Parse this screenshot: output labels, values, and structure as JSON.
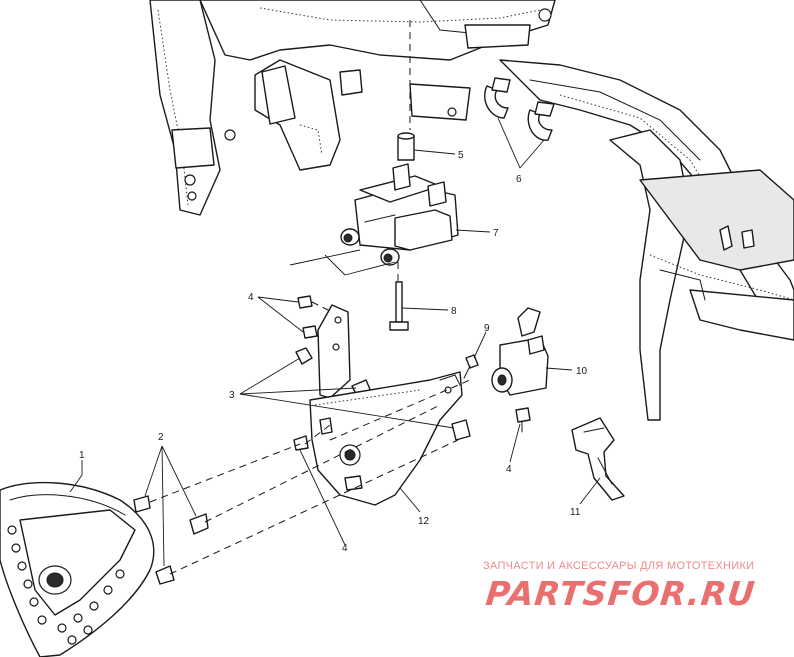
{
  "diagram": {
    "callouts": [
      {
        "id": "c1",
        "label": "1"
      },
      {
        "id": "c2",
        "label": "2"
      },
      {
        "id": "c3",
        "label": "3"
      },
      {
        "id": "c4a",
        "label": "4"
      },
      {
        "id": "c4b",
        "label": "4"
      },
      {
        "id": "c4c",
        "label": "4"
      },
      {
        "id": "c5",
        "label": "5"
      },
      {
        "id": "c6",
        "label": "6"
      },
      {
        "id": "c7",
        "label": "7"
      },
      {
        "id": "c8",
        "label": "8"
      },
      {
        "id": "c9",
        "label": "9"
      },
      {
        "id": "c10",
        "label": "10"
      },
      {
        "id": "c11",
        "label": "11"
      },
      {
        "id": "c12",
        "label": "12"
      }
    ]
  },
  "watermark": {
    "subtitle": "ЗАПЧАСТИ И АКСЕССУАРЫ ДЛЯ МОТОТЕХНИКИ",
    "logo_text": "PARTSFOR.RU",
    "color": "#ea6f6f"
  }
}
